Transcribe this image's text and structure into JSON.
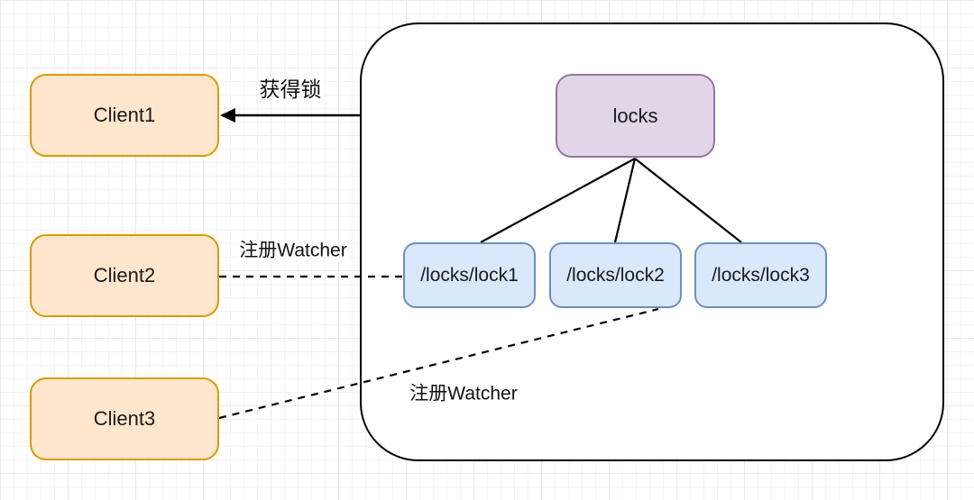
{
  "diagram": {
    "title_hint": "ZooKeeper distributed lock diagram",
    "nodes": {
      "clients": [
        {
          "label": "Client1"
        },
        {
          "label": "Client2"
        },
        {
          "label": "Client3"
        }
      ],
      "locks_root": {
        "label": "locks"
      },
      "lock_nodes": [
        {
          "label": "/locks/lock1"
        },
        {
          "label": "/locks/lock2"
        },
        {
          "label": "/locks/lock3"
        }
      ]
    },
    "edges": {
      "acquire_lock": {
        "label": "获得锁",
        "style": "solid-arrow",
        "from": "zookeeper-container",
        "to": "Client1"
      },
      "watcher_client2": {
        "label": "注册Watcher",
        "style": "dashed",
        "from": "Client2",
        "to": "/locks/lock1"
      },
      "watcher_client3": {
        "label": "注册Watcher",
        "style": "dashed",
        "from": "Client3",
        "to": "/locks/lock2"
      },
      "tree_edges": [
        "locks→/locks/lock1",
        "locks→/locks/lock2",
        "locks→/locks/lock3"
      ]
    },
    "colors": {
      "client_fill": "#ffe6cc",
      "client_border": "#d79b00",
      "locks_fill": "#e1d5e7",
      "locks_border": "#9673a6",
      "lock_fill": "#dae8fc",
      "lock_border": "#6c8ebf",
      "container_border": "#000000",
      "connector": "#000000",
      "grid_line": "#f0f0f0"
    }
  }
}
